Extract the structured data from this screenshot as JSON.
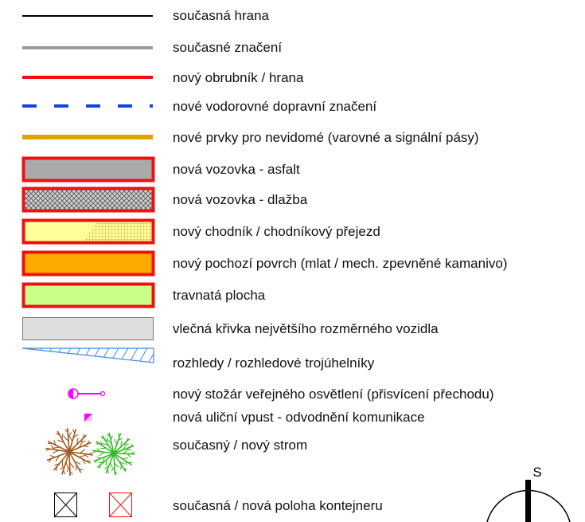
{
  "legend": {
    "items": [
      {
        "symbol": "black-line",
        "label": "současná hrana"
      },
      {
        "symbol": "gray-line",
        "label": "současné značení"
      },
      {
        "symbol": "red-line",
        "label": "nový obrubník / hrana"
      },
      {
        "symbol": "blue-dashed-line",
        "label": "nové vodorovné dopravní značení"
      },
      {
        "symbol": "yellow-line",
        "label": "nové prvky pro nevidomé (varovné a signální pásy)"
      },
      {
        "symbol": "asphalt-box",
        "label": "nová vozovka - asfalt"
      },
      {
        "symbol": "paving-box",
        "label": "nová vozovka - dlažba"
      },
      {
        "symbol": "sidewalk-box",
        "label": "nový chodník / chodníkový přejezd"
      },
      {
        "symbol": "walkway-box",
        "label": "nový pochozí povrch (mlat / mech. zpevněné kamanivo)"
      },
      {
        "symbol": "grass-box",
        "label": "travnatá plocha"
      },
      {
        "symbol": "swept-path-box",
        "label": "vlečná křivka největšího rozměrného vozidla"
      },
      {
        "symbol": "sight-triangle",
        "label": "rozhledy / rozhledové trojúhelníky"
      },
      {
        "symbol": "street-light",
        "label": "nový stožár veřejného osvětlení (přisvícení přechodu)"
      },
      {
        "symbol": "gully",
        "label": "nová uliční vpust - odvodnění komunikace"
      },
      {
        "symbol": "trees",
        "label": "současný / nový strom"
      },
      {
        "symbol": "containers",
        "label": "současná / nová poloha kontejneru"
      }
    ],
    "colors": {
      "existing_edge": "#000000",
      "existing_marking": "#9a9a9a",
      "new_curb": "#ee1111",
      "new_marking": "#1144dd",
      "tactile": "#e0a400",
      "asphalt": "#aaaaaa",
      "sidewalk": "#ffff99",
      "walkway": "#ffaa00",
      "grass": "#ccff88",
      "swept": "#dddddd",
      "sight": "#4488dd",
      "light": "#ff00ff",
      "tree_existing": "#a0581c",
      "tree_new": "#33bb22"
    }
  },
  "north_arrow": {
    "label": "S"
  }
}
